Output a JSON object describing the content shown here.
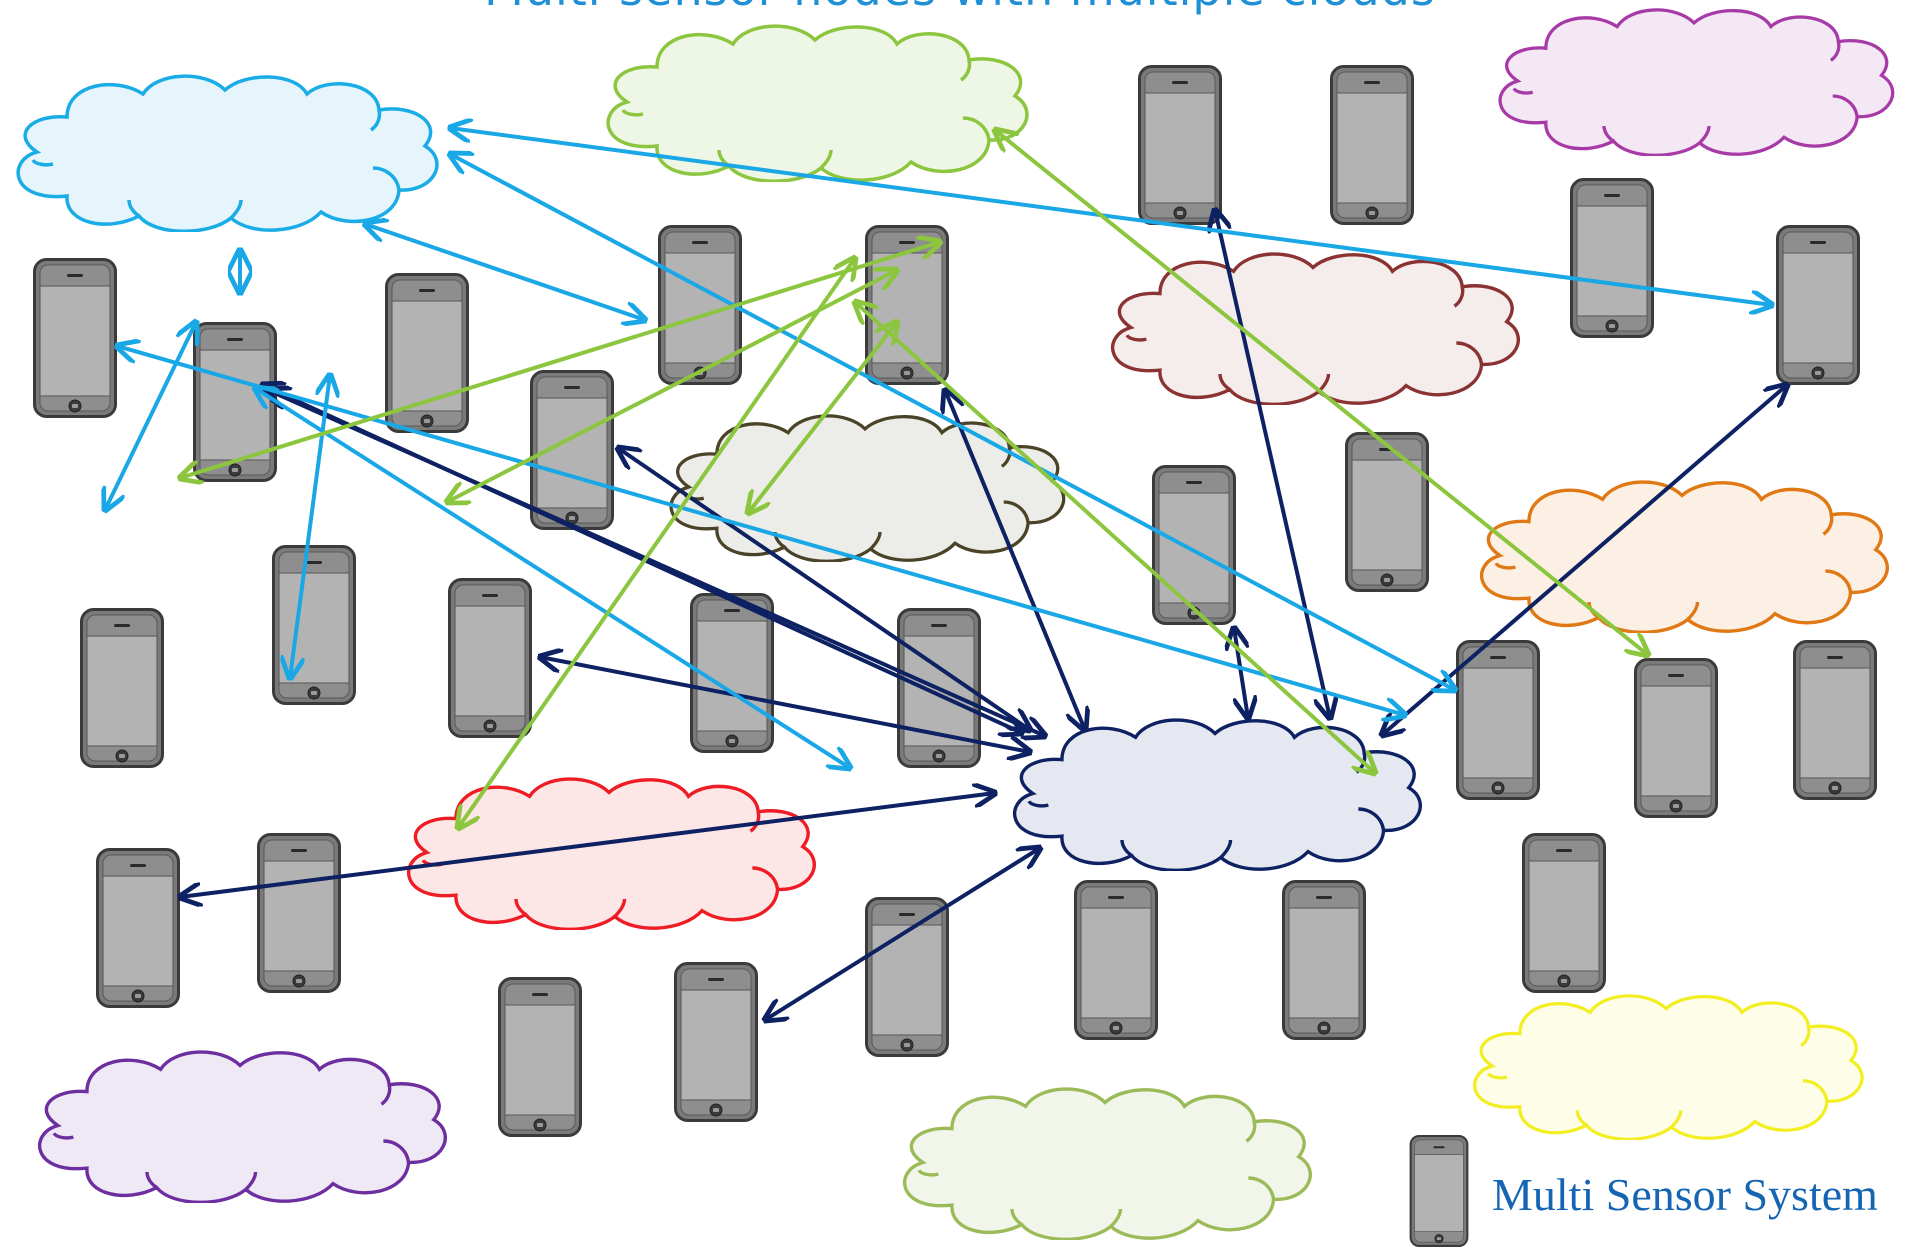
{
  "diagram": {
    "title": "Multi-sensor nodes with multiple clouds",
    "legend": {
      "label": "Multi Sensor System",
      "icon": "phone-icon"
    },
    "colors": {
      "dark_arrow": "#0d2163",
      "blue_arrow": "#1aa7e6",
      "green_arrow": "#8cc63f",
      "phone_body": "#7a7a7a",
      "phone_screen": "#b3b3b3"
    },
    "clouds": [
      {
        "id": "cloud-sky-blue",
        "stroke": "#1aace6",
        "fill": "#e6f5fc"
      },
      {
        "id": "cloud-light-green",
        "stroke": "#8cc63f",
        "fill": "#eef6e6"
      },
      {
        "id": "cloud-purple-top",
        "stroke": "#a83aa8",
        "fill": "#f3e8f3"
      },
      {
        "id": "cloud-brown-red",
        "stroke": "#8b3232",
        "fill": "#f5ecec"
      },
      {
        "id": "cloud-olive-grey",
        "stroke": "#4a4328",
        "fill": "#ecece8"
      },
      {
        "id": "cloud-orange",
        "stroke": "#e07813",
        "fill": "#fcefe3"
      },
      {
        "id": "cloud-navy-hub",
        "stroke": "#0d2163",
        "fill": "#e5e8f1"
      },
      {
        "id": "cloud-red",
        "stroke": "#ee1c24",
        "fill": "#fde6e6"
      },
      {
        "id": "cloud-violet-bottom",
        "stroke": "#6d2fa0",
        "fill": "#efe9f5"
      },
      {
        "id": "cloud-olive-green",
        "stroke": "#9bbb59",
        "fill": "#f1f5ea"
      },
      {
        "id": "cloud-yellow",
        "stroke": "#f2ee22",
        "fill": "#fdfde8"
      }
    ]
  }
}
